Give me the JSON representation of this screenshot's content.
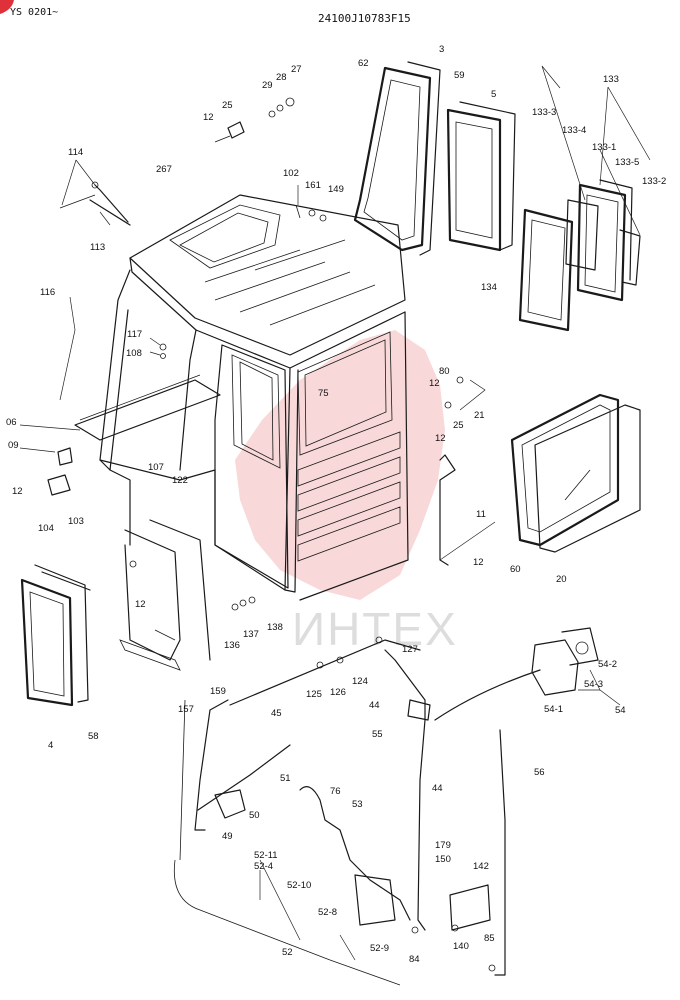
{
  "header": {
    "left_code": "YS 0201~",
    "center_code": "24100J10783F15"
  },
  "watermark": {
    "text": "ИНТЕХ",
    "color": "#f2b8b8"
  },
  "corner_mark": {
    "color": "#e0303a"
  },
  "parts": [
    {
      "id": "p3",
      "text": "3"
    },
    {
      "id": "p62",
      "text": "62"
    },
    {
      "id": "p59",
      "text": "59"
    },
    {
      "id": "p5",
      "text": "5"
    },
    {
      "id": "p133",
      "text": "133"
    },
    {
      "id": "p133_3",
      "text": "133-3"
    },
    {
      "id": "p133_4",
      "text": "133-4"
    },
    {
      "id": "p133_1",
      "text": "133-1"
    },
    {
      "id": "p133_5",
      "text": "133-5"
    },
    {
      "id": "p133_2",
      "text": "133-2"
    },
    {
      "id": "p134",
      "text": "134"
    },
    {
      "id": "p27",
      "text": "27"
    },
    {
      "id": "p28",
      "text": "28"
    },
    {
      "id": "p29",
      "text": "29"
    },
    {
      "id": "p25a",
      "text": "25"
    },
    {
      "id": "p12a",
      "text": "12"
    },
    {
      "id": "p114",
      "text": "114"
    },
    {
      "id": "p267",
      "text": "267"
    },
    {
      "id": "p102",
      "text": "102"
    },
    {
      "id": "p161",
      "text": "161"
    },
    {
      "id": "p149",
      "text": "149"
    },
    {
      "id": "p113",
      "text": "113"
    },
    {
      "id": "p116",
      "text": "116"
    },
    {
      "id": "p117",
      "text": "117"
    },
    {
      "id": "p108",
      "text": "108"
    },
    {
      "id": "p106",
      "text": "06"
    },
    {
      "id": "p109",
      "text": "09"
    },
    {
      "id": "p75",
      "text": "75"
    },
    {
      "id": "p80",
      "text": "80"
    },
    {
      "id": "p12b",
      "text": "12"
    },
    {
      "id": "p21",
      "text": "21"
    },
    {
      "id": "p25b",
      "text": "25"
    },
    {
      "id": "p12c",
      "text": "12"
    },
    {
      "id": "p107",
      "text": "107"
    },
    {
      "id": "p122",
      "text": "122"
    },
    {
      "id": "p12d",
      "text": "12"
    },
    {
      "id": "p104",
      "text": "104"
    },
    {
      "id": "p103",
      "text": "103"
    },
    {
      "id": "p11",
      "text": "11"
    },
    {
      "id": "p12e",
      "text": "12"
    },
    {
      "id": "p60",
      "text": "60"
    },
    {
      "id": "p20",
      "text": "20"
    },
    {
      "id": "p12f",
      "text": "12"
    },
    {
      "id": "p136",
      "text": "136"
    },
    {
      "id": "p137",
      "text": "137"
    },
    {
      "id": "p138",
      "text": "138"
    },
    {
      "id": "p127",
      "text": "127"
    },
    {
      "id": "p4",
      "text": "4"
    },
    {
      "id": "p58",
      "text": "58"
    },
    {
      "id": "p157",
      "text": "157"
    },
    {
      "id": "p159",
      "text": "159"
    },
    {
      "id": "p45",
      "text": "45"
    },
    {
      "id": "p125",
      "text": "125"
    },
    {
      "id": "p126",
      "text": "126"
    },
    {
      "id": "p124",
      "text": "124"
    },
    {
      "id": "p44a",
      "text": "44"
    },
    {
      "id": "p55",
      "text": "55"
    },
    {
      "id": "p54_2",
      "text": "54-2"
    },
    {
      "id": "p54_3",
      "text": "54-3"
    },
    {
      "id": "p54_1",
      "text": "54-1"
    },
    {
      "id": "p54",
      "text": "54"
    },
    {
      "id": "p51",
      "text": "51"
    },
    {
      "id": "p76",
      "text": "76"
    },
    {
      "id": "p53",
      "text": "53"
    },
    {
      "id": "p44b",
      "text": "44"
    },
    {
      "id": "p56",
      "text": "56"
    },
    {
      "id": "p50",
      "text": "50"
    },
    {
      "id": "p49",
      "text": "49"
    },
    {
      "id": "p179",
      "text": "179"
    },
    {
      "id": "p150",
      "text": "150"
    },
    {
      "id": "p52_11",
      "text": "52-11"
    },
    {
      "id": "p52_4",
      "text": "52-4"
    },
    {
      "id": "p52_10",
      "text": "52-10"
    },
    {
      "id": "p142",
      "text": "142"
    },
    {
      "id": "p52_8",
      "text": "52-8"
    },
    {
      "id": "p52",
      "text": "52"
    },
    {
      "id": "p52_9",
      "text": "52-9"
    },
    {
      "id": "p140",
      "text": "140"
    },
    {
      "id": "p85",
      "text": "85"
    },
    {
      "id": "p84",
      "text": "84"
    }
  ]
}
